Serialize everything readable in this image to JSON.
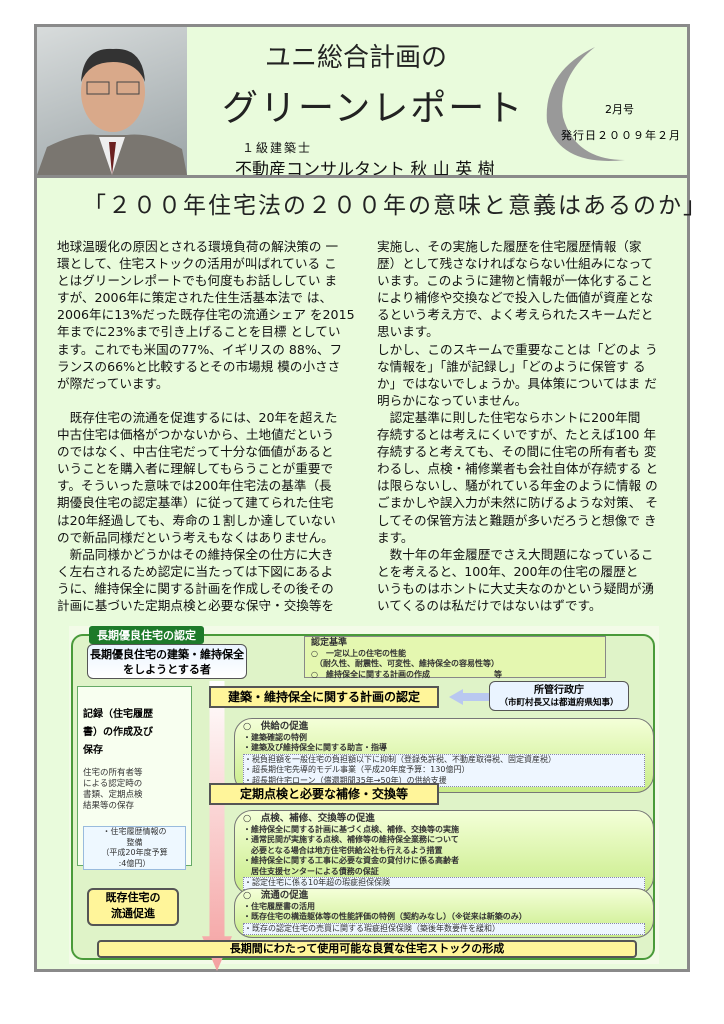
{
  "header": {
    "company": "ユニ総合計画の",
    "report": "グリーンレポート",
    "qualification": "１級建築士",
    "author": "不動産コンサルタント 秋 山 英 樹",
    "issue": "2月号",
    "date": "発行日２００９年２月"
  },
  "article": {
    "title": "「２００年住宅法の２００年の意味と意義はあるのか」",
    "left_lines": [
      "地球温暖化の原因とされる環境負荷の解決策の 一",
      "環として、住宅ストックの活用が叫ばれている こ",
      "とはグリーンレポートでも何度もお話ししてい ま",
      "すが、2006年に策定された住生活基本法で は、",
      "2006年に13%だった既存住宅の流通シェア を2015",
      "年までに23%まで引き上げることを目標 としてい",
      "ます。これでも米国の77%、イギリスの 88%、フ",
      "ランスの66%と比較するとその市場規 模の小ささ",
      "が際だっています。",
      "",
      "　既存住宅の流通を促進するには、20年を超えた",
      "中古住宅は価格がつかないから、土地値だという",
      "のではなく、中古住宅だって十分な価値があると",
      "いうことを購入者に理解してもらうことが重要で",
      "す。そういった意味では200年住宅法の基準（長",
      "期優良住宅の認定基準）に従って建てられた住宅",
      "は20年経過しても、寿命の１割しか達していない",
      "ので新品同様だという考えもなくはありません。",
      "　新品同様かどうかはその維持保全の仕方に大き",
      "く左右されるため認定に当たっては下図にあるよ",
      "うに、維持保全に関する計画を作成しその後その",
      "計画に基づいた定期点検と必要な保守・交換等を"
    ],
    "right_lines": [
      "実施し、その実施した履歴を住宅履歴情報（家",
      "歴）として残さなければならない仕組みになって",
      "います。このように建物と情報が一体化すること",
      "により補修や交換などで投入した価値が資産とな",
      "るという考え方で、よく考えられたスキームだと",
      "思います。",
      "しかし、このスキームで重要なことは「どのよ う",
      "な情報を」「誰が記録し」「どのように保管す る",
      "か」ではないでしょうか。具体策についてはま だ",
      "明らかになっていません。",
      "　認定基準に則した住宅ならホントに200年間",
      "存続するとは考えにくいですが、たとえば100 年",
      "存続すると考えても、その間に住宅の所有者も 変",
      "わるし、点検・補修業者も会社自体が存続する と",
      "は限らないし、騒がれている年金のように情報 の",
      "ごまかしや誤入力が未然に防げるような対策、 そ",
      "してその保管方法と難題が多いだろうと想像で き",
      "ます。",
      "　数十年の年金履歴でさえ大問題になっているこ",
      "とを考えると、100年、200年の住宅の履歴と",
      "いうものはホントに大丈夫なのかという疑問が湧",
      "いてくるのは私だけではないはずです。"
    ]
  },
  "diagram": {
    "tab": "長期優良住宅の認定",
    "applicant": [
      "長期優良住宅の建築・維持保全",
      "をしようとする者"
    ],
    "criteria": [
      "認定基準",
      "○　一定以上の住宅の性能",
      "　（耐久性、耐震性、可変性、維持保全の容易性等）",
      "○　維持保全に関する計画の作成　　　　　　　　等"
    ],
    "plan": "建築・維持保全に関する計画の認定",
    "authority": [
      "所管行政庁",
      "（市町村長又は都道府県知事）"
    ],
    "record": [
      "記録（住宅履歴",
      "書）の作成及び",
      "保存"
    ],
    "record_note": [
      "住宅の所有者等",
      "による認定時の",
      "書類、定期点検",
      "結果等の保存"
    ],
    "record_budget": [
      "・住宅履歴情報の",
      "整備",
      "（平成20年度予算",
      ":4億円）"
    ],
    "supply": [
      "○　供給の促進",
      "・建築確認の特例",
      "・建築及び維持保全に関する助言・指導"
    ],
    "supply_box": [
      "・税負担額を一般住宅の負担額以下に抑制（登録免許税、不動産取得税、固定資産税）",
      "・超長期住宅先導的モデル事業（平成20年度予算：130億円）",
      "・超長期住宅ローン（償還期間35年→50年）の供給支援"
    ],
    "inspection": "定期点検と必要な補修・交換等",
    "repair": [
      "○　点検、補修、交換等の促進",
      "・維持保全に関する計画に基づく点検、補修、交換等の実施",
      "・通常民間が実施する点検、補修等の維持保全業務について",
      "　必要となる場合は地方住宅供給公社も行えるよう措置",
      "・維持保全に関する工事に必要な資金の貸付けに係る高齢者",
      "　居住支援センターによる債務の保証"
    ],
    "repair_box": "・認定住宅に係る10年超の瑕疵担保保険",
    "existing": [
      "既存住宅の",
      "流通促進"
    ],
    "distribution": [
      "○　流通の促進",
      "・住宅履歴書の活用",
      "・既存住宅の構造躯体等の性能評価の特例（契約みなし）（※従来は新築のみ）"
    ],
    "distribution_box": "・既存の認定住宅の売買に関する瑕疵担保保険（築後年数要件を緩和）",
    "goal": "長期間にわたって使用可能な良質な住宅ストックの形成"
  }
}
